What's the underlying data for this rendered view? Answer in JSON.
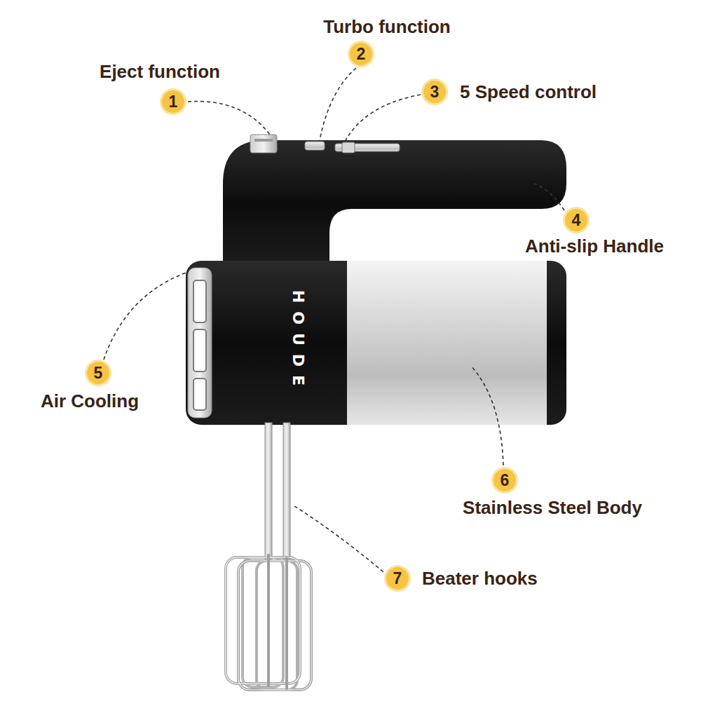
{
  "diagram": {
    "nodes": [
      {
        "text": [
          "1",
          "Eject function"
        ]
      },
      {
        "text": [
          "2",
          "Turbo function"
        ]
      },
      {
        "text": [
          "3",
          "5 Speed control"
        ]
      },
      {
        "text": [
          "4",
          "Anti-slip Handle"
        ]
      },
      {
        "text": [
          "5",
          "Air Cooling"
        ]
      },
      {
        "text": [
          "6",
          "Stainless Steel Body"
        ]
      },
      {
        "text": [
          "7",
          "Beater hooks"
        ]
      }
    ],
    "labels": [
      "HOUDE"
    ]
  }
}
